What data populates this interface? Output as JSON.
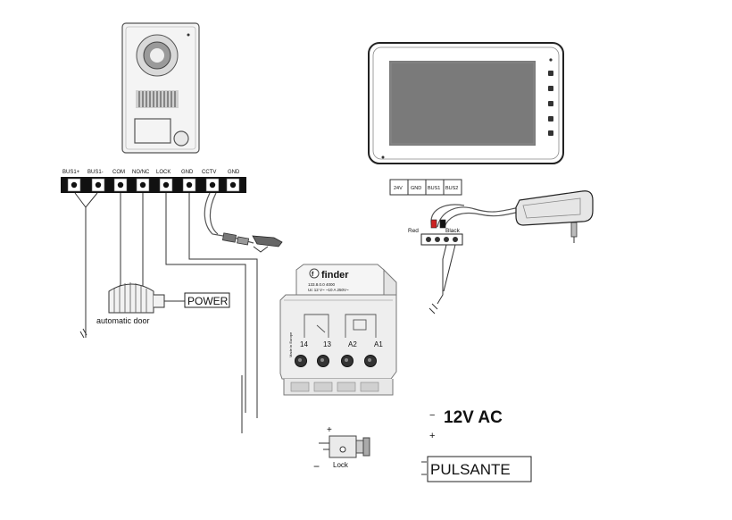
{
  "outdoor_panel": {
    "terminals": [
      "BUS1+",
      "BUS1-",
      "COM",
      "NO/NC",
      "LOCK",
      "GND",
      "CCTV",
      "GND"
    ]
  },
  "indoor_monitor": {
    "terminals": [
      "24V",
      "GND",
      "BUS1",
      "BUS2"
    ],
    "wire_labels": {
      "red": "Red",
      "black": "Black"
    }
  },
  "automatic_door": {
    "label": "automatic door",
    "power_label": "POWER"
  },
  "relay": {
    "brand": "finder",
    "model_line": "133.8.0.0 4000",
    "rating_line": "Uc 12 V~   ~10 A 250V~",
    "side_text": "Made in Europe",
    "terminals": [
      "14",
      "13",
      "A2",
      "A1"
    ]
  },
  "lock": {
    "label": "Lock",
    "plus": "+",
    "minus": "−"
  },
  "supply": {
    "label": "12V AC",
    "minus": "−",
    "plus": "+"
  },
  "pushbutton": {
    "label": "PULSANTE"
  },
  "colors": {
    "wire": "#333333",
    "red_wire": "#cc2222",
    "background": "#ffffff"
  }
}
